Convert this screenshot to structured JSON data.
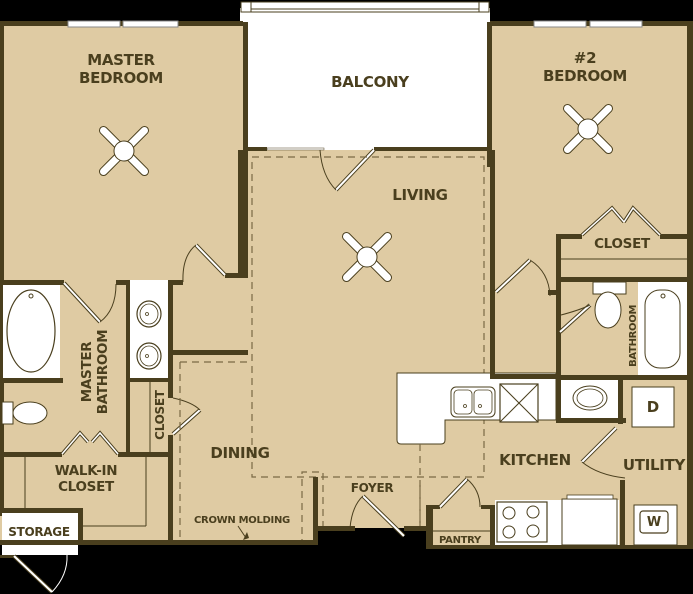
{
  "floorplan": {
    "colors": {
      "background": "#000000",
      "floor": "#dfcba3",
      "wall": "#4a3f1e",
      "fixture": "#ffffff",
      "label": "#4a3f1e"
    },
    "rooms": {
      "master_bedroom": {
        "line1": "MASTER",
        "line2": "BEDROOM"
      },
      "balcony": "BALCONY",
      "bedroom2": {
        "line1": "#2",
        "line2": "BEDROOM"
      },
      "living": "LIVING",
      "closet_bedroom2": "CLOSET",
      "bathroom": "BATHROOM",
      "master_bathroom": {
        "line1": "MASTER",
        "line2": "BATHROOM"
      },
      "closet_hall": "CLOSET",
      "walk_in_closet": {
        "line1": "WALK-IN",
        "line2": "CLOSET"
      },
      "storage": "STORAGE",
      "dining": "DINING",
      "crown_molding": "CROWN MOLDING",
      "foyer": "FOYER",
      "kitchen": "KITCHEN",
      "utility": "UTILITY",
      "pantry": "PANTRY"
    },
    "appliances": {
      "dryer": "D",
      "washer": "W"
    },
    "icons": [
      "ceiling-fan-icon",
      "bathtub-icon",
      "toilet-icon",
      "sink-icon",
      "stove-icon",
      "refrigerator-icon",
      "dishwasher-icon",
      "door-swing-icon",
      "window-icon"
    ]
  }
}
